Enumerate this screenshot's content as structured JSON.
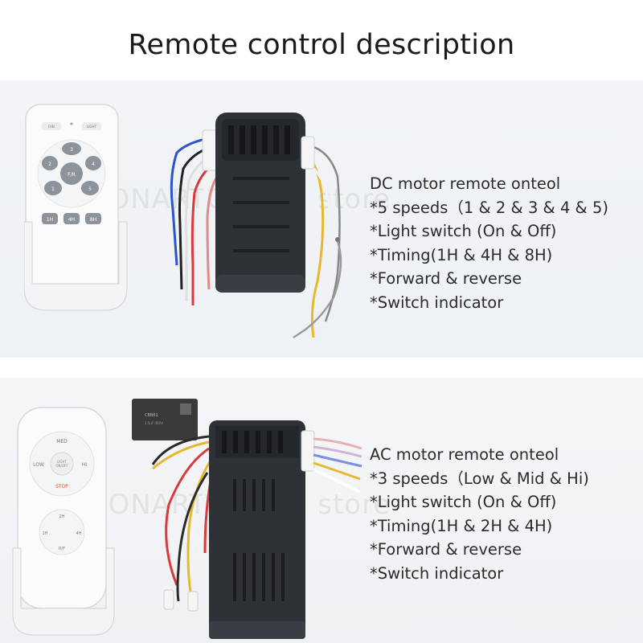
{
  "title": "Remote control description",
  "watermark": "EONARTOfficial store",
  "dc_remote": {
    "button_top_left": "Fan ON/OFF",
    "button_top_right": "Light ON/OFF",
    "speed_buttons": [
      "1",
      "2",
      "3",
      "4",
      "5"
    ],
    "center_button": "F/R",
    "timer_buttons": [
      "1H",
      "4H",
      "8H"
    ]
  },
  "dc_description": {
    "heading": "DC motor remote onteol",
    "items": [
      "*5 speeds（1 & 2 & 3 & 4 & 5)",
      "*Light switch (On & Off)",
      "*Timing(1H & 4H & 8H)",
      "*Forward & reverse",
      "*Switch indicator"
    ]
  },
  "ac_remote": {
    "top_button": "MED",
    "left_button": "LOW",
    "right_button": "HI",
    "center_button": "LIGHT ON/OFF",
    "bottom_button": "STOP",
    "timer_top": "2H",
    "timer_left": "1H",
    "timer_right": "4H",
    "timer_bottom": "R/F"
  },
  "ac_description": {
    "heading": "AC motor remote onteol",
    "items": [
      "*3 speeds（Low & Mid & Hi)",
      "*Light switch (On & Off)",
      "*Timing(1H & 2H & 4H)",
      "*Forward & reverse",
      "*Switch indicator"
    ]
  },
  "colors": {
    "remote_body": "#fbfbfb",
    "button_gray": "#8c939a",
    "receiver_body": "#2e3136",
    "capacitor": "#3a3a3a",
    "stop_text": "#e0502b"
  }
}
